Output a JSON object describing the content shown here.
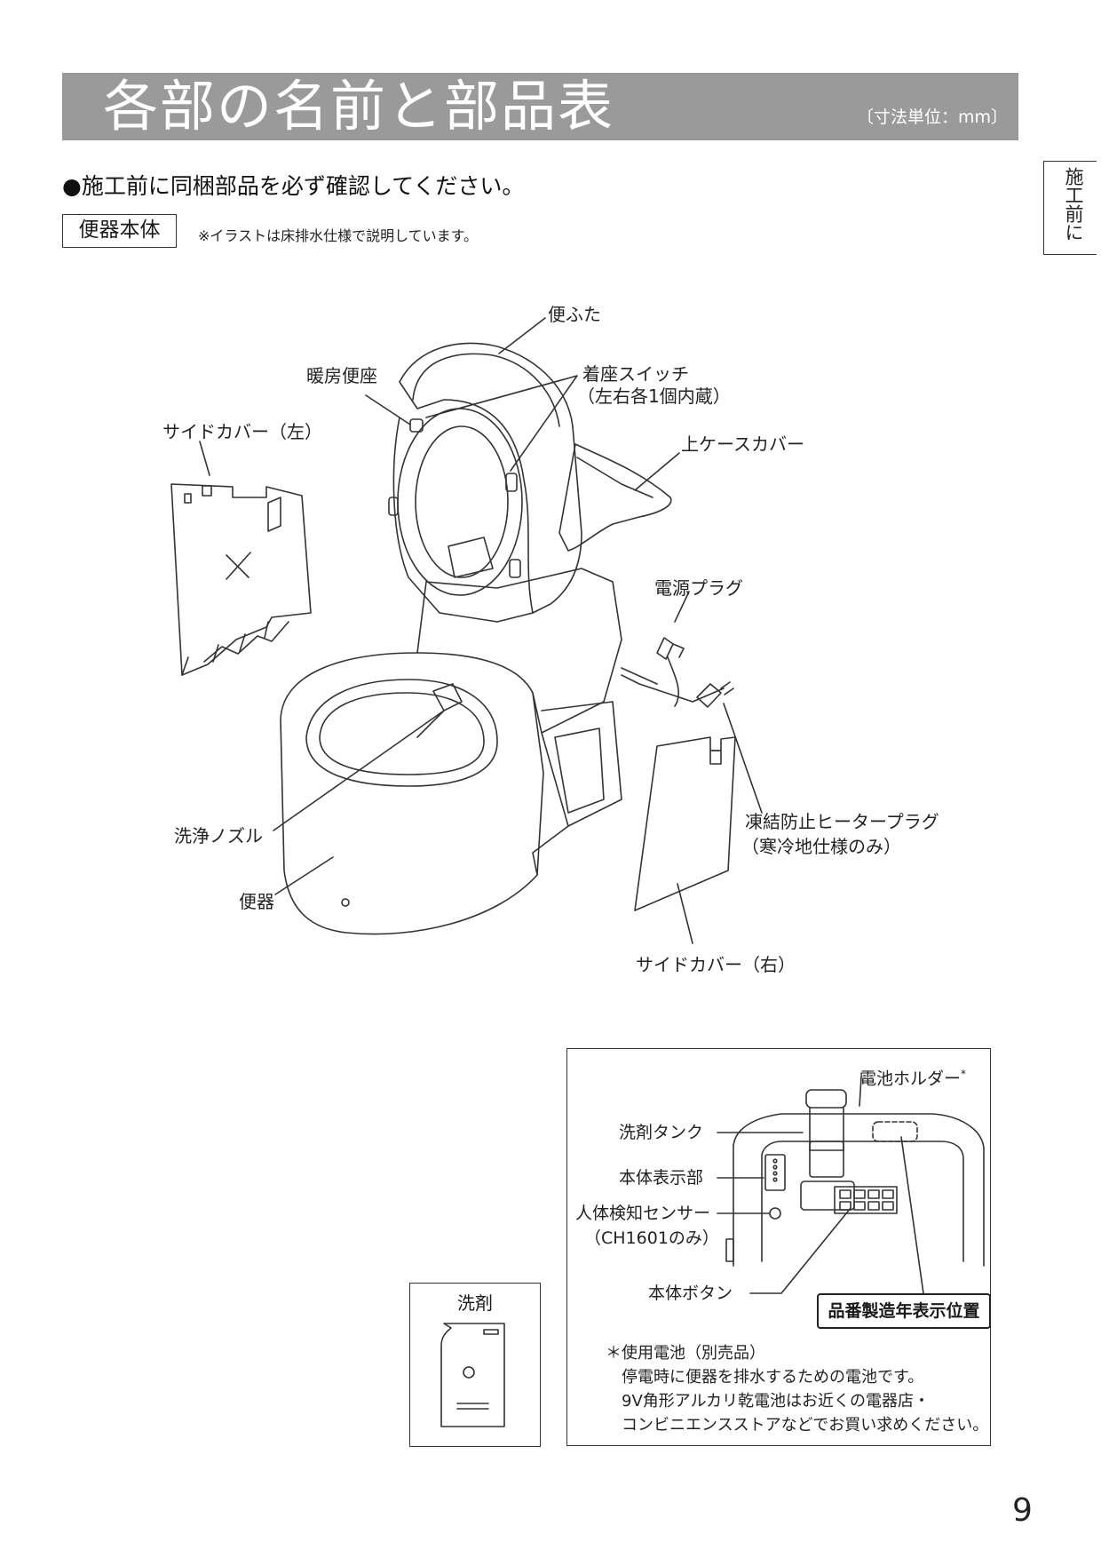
{
  "header": {
    "title": "各部の名前と部品表",
    "unit_note": "〔寸法単位：mm〕"
  },
  "side_tab": {
    "label": "施工前に"
  },
  "instruction": "●施工前に同梱部品を必ず確認してください。",
  "section": {
    "label": "便器本体",
    "note": "※イラストは床排水仕様で説明しています。"
  },
  "main_labels": {
    "lid": "便ふた",
    "heated_seat": "暖房便座",
    "seat_switch": "着座スイッチ",
    "seat_switch_note": "（左右各1個内蔵）",
    "side_cover_left": "サイドカバー（左）",
    "upper_case_cover": "上ケースカバー",
    "power_plug": "電源プラグ",
    "antifreeze_plug": "凍結防止ヒータープラグ",
    "antifreeze_note": "（寒冷地仕様のみ）",
    "nozzle": "洗浄ノズル",
    "toilet_bowl": "便器",
    "side_cover_right": "サイドカバー（右）"
  },
  "detergent": {
    "title": "洗剤"
  },
  "detail": {
    "battery_holder": "電池ホルダー",
    "battery_asterisk": "*",
    "detergent_tank": "洗剤タンク",
    "body_display": "本体表示部",
    "human_sensor": "人体検知センサー",
    "human_sensor_note": "（CH1601のみ）",
    "body_button": "本体ボタン",
    "year_location": "品番製造年表示位置",
    "battery_note_title": "＊使用電池（別売品）",
    "battery_note_line1": "停電時に便器を排水するための電池です。",
    "battery_note_line2": "9V角形アルカリ乾電池はお近くの電器店・",
    "battery_note_line3": "コンビニエンスストアなどでお買い求めください。"
  },
  "page_number": "9"
}
